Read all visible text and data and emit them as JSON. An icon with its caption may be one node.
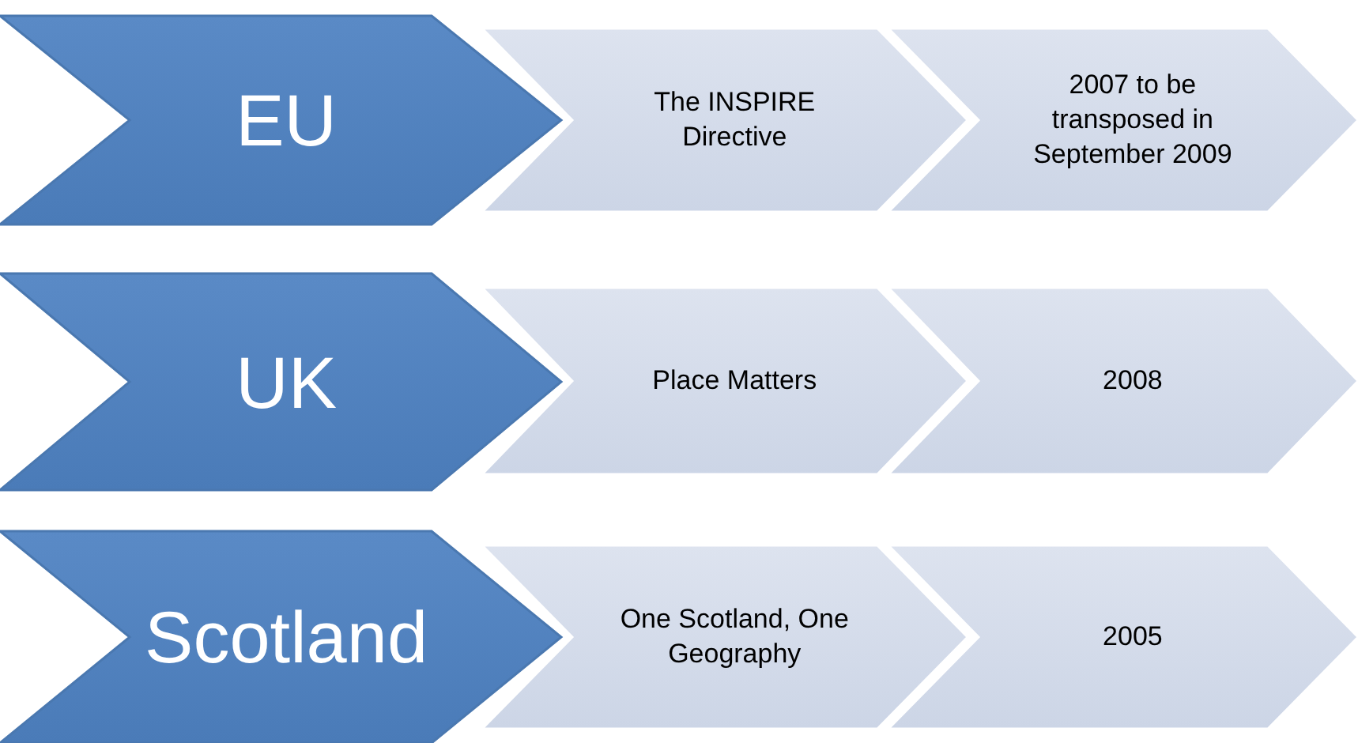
{
  "diagram": {
    "nodes": [
      {
        "text": [
          "EU"
        ]
      },
      {
        "text": [
          "The INSPIRE Directive"
        ]
      },
      {
        "text": [
          "2007 to be transposed in September 2009"
        ]
      },
      {
        "text": [
          "UK"
        ]
      },
      {
        "text": [
          "Place Matters"
        ]
      },
      {
        "text": [
          "2008"
        ]
      },
      {
        "text": [
          "Scotland"
        ]
      },
      {
        "text": [
          "One Scotland, One Geography"
        ]
      },
      {
        "text": [
          "2005"
        ]
      }
    ]
  }
}
